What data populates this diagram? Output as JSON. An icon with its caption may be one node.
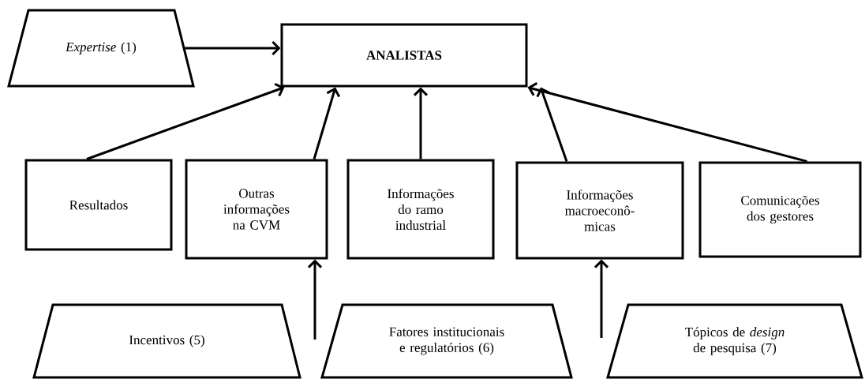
{
  "diagram": {
    "nodes": [
      {
        "text": [
          "*Expertise* (1)"
        ]
      },
      {
        "text": [
          "ANALISTAS"
        ]
      },
      {
        "text": [
          "Resultados"
        ]
      },
      {
        "text": [
          "Outras informações na CVM"
        ]
      },
      {
        "text": [
          "Informações do ramo industrial"
        ]
      },
      {
        "text": [
          "Informações macroeconô-micas"
        ]
      },
      {
        "text": [
          "Comunicações dos gestores"
        ]
      },
      {
        "text": [
          "Incentivos (5)"
        ]
      },
      {
        "text": [
          "Fatores institucionais e regulatórios (6)"
        ]
      },
      {
        "text": [
          "Tópicos de *design* de pesquisa (7)"
        ]
      }
    ],
    "edges": [
      {
        "from": 0,
        "to": 1,
        "arrow": "to"
      },
      {
        "from": 2,
        "to": 1,
        "arrow": "to"
      },
      {
        "from": 3,
        "to": 1,
        "arrow": "to"
      },
      {
        "from": 4,
        "to": 1,
        "arrow": "to"
      },
      {
        "from": 5,
        "to": 1,
        "arrow": "to"
      },
      {
        "from": 6,
        "to": 1,
        "arrow": "to"
      },
      {
        "from": null,
        "to": 3,
        "arrow": "to"
      },
      {
        "from": null,
        "to": 5,
        "arrow": "to"
      }
    ]
  }
}
